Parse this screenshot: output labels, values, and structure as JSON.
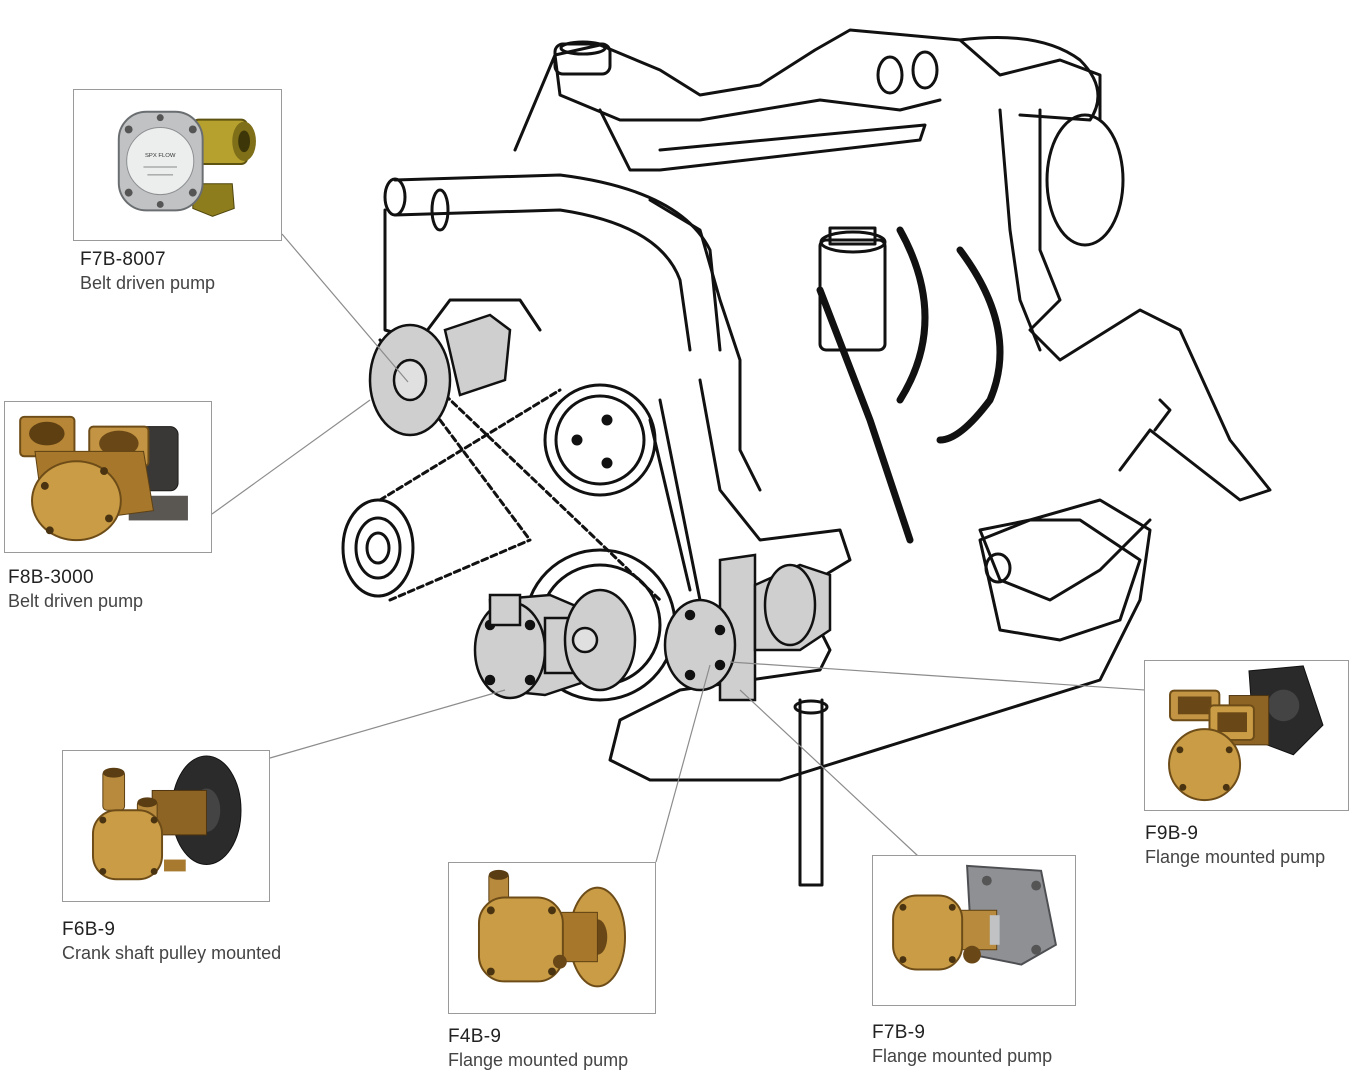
{
  "pumps": [
    {
      "id": "f7b-8007",
      "code": "F7B-8007",
      "description": "Belt driven pump",
      "face_text": "SPX FLOW"
    },
    {
      "id": "f8b-3000",
      "code": "F8B-3000",
      "description": "Belt driven pump"
    },
    {
      "id": "f6b-9",
      "code": "F6B-9",
      "description": "Crank shaft pulley mounted"
    },
    {
      "id": "f4b-9",
      "code": "F4B-9",
      "description": "Flange mounted pump"
    },
    {
      "id": "f7b-9",
      "code": "F7B-9",
      "description": "Flange mounted pump"
    },
    {
      "id": "f9b-9",
      "code": "F9B-9",
      "description": "Flange mounted pump"
    }
  ],
  "colors": {
    "engine_line": "#111111",
    "highlight_fill": "#cfcfcf",
    "leader_line": "#8c8c8c",
    "card_border": "#9a9a9a",
    "bronze": "#b8862e",
    "bronze_dark": "#7a5418",
    "flange_dark": "#2a2a2a",
    "stainless": "#b9bcbf"
  }
}
